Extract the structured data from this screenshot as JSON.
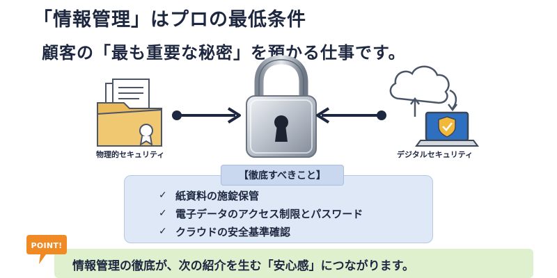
{
  "heading": {
    "line1": "「情報管理」はプロの最低条件",
    "line2": "顧客の「最も重要な秘密」を預かる仕事です。"
  },
  "diagram": {
    "left_label": "物理的セキュリティ",
    "right_label": "デジタルセキュリティ",
    "icons": [
      "folder-documents-icon",
      "padlock-icon",
      "cloud-laptop-shield-icon"
    ],
    "colors": {
      "navy": "#1d2740",
      "folder": "#e9b95a",
      "screen": "#2f6fc0",
      "shield": "#f2b83a"
    }
  },
  "checklist": {
    "heading": "【徹底すべきこと】",
    "mark": "✓",
    "items": [
      "紙資料の施錠保管",
      "電子データのアクセス制限とパスワード",
      "クラウドの安全基準確認"
    ]
  },
  "point": {
    "badge": "POINT!",
    "text": "情報管理の徹底が、次の紹介を生む「安心感」につながります。",
    "colors": {
      "badge": "#f08a24",
      "bar": "#dff0cf"
    }
  }
}
